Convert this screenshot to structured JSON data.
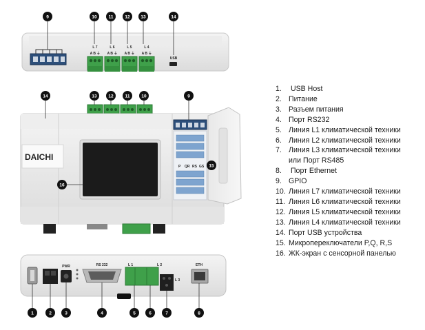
{
  "brand": "DAICHI",
  "labels": {
    "top_lines": [
      "L 7",
      "L 6",
      "L 5",
      "L 4"
    ],
    "top_usb": "USB",
    "top_terminal_letters": "A B ⏚",
    "side_dip_letters": [
      "P",
      "QR",
      "RS",
      "GS"
    ],
    "bottom_pwr": "PWR",
    "bottom_rs232": "RS 232",
    "bottom_l1": "L 1",
    "bottom_l2": "L 2",
    "bottom_l3": "L 3",
    "bottom_eth": "ETH"
  },
  "callouts": {
    "top": [
      "9",
      "10",
      "11",
      "12",
      "13",
      "14"
    ],
    "middle": [
      "14",
      "13",
      "12",
      "11",
      "10",
      "9",
      "15",
      "16"
    ],
    "bottom": [
      "1",
      "2",
      "3",
      "4",
      "5",
      "6",
      "7",
      "8"
    ]
  },
  "legend": [
    {
      "num": "1.",
      "text": " USB Host"
    },
    {
      "num": "2.",
      "text": "Питание"
    },
    {
      "num": "3.",
      "text": "Разъем питания"
    },
    {
      "num": "4.",
      "text": "Порт RS232"
    },
    {
      "num": "5.",
      "text": "Линия L1 климатической техники"
    },
    {
      "num": "6.",
      "text": "Линия L2 климатической техники"
    },
    {
      "num": "7.",
      "text": "Линия L3 климатической техники\nили Порт RS485"
    },
    {
      "num": "8.",
      "text": " Порт Ethernet"
    },
    {
      "num": "9.",
      "text": "GPIO"
    },
    {
      "num": "10.",
      "text": "Линия L7 климатической техники"
    },
    {
      "num": "11.",
      "text": "Линия L6 климатической техники"
    },
    {
      "num": "12.",
      "text": "Линия L5 климатической техники"
    },
    {
      "num": "13.",
      "text": "Линия L4 климатической техники"
    },
    {
      "num": "14.",
      "text": "Порт USB устройства"
    },
    {
      "num": "15.",
      "text": "Микропереключатели P,Q, R,S"
    },
    {
      "num": "16.",
      "text": "ЖК-экран с сенсорной панелью"
    }
  ]
}
